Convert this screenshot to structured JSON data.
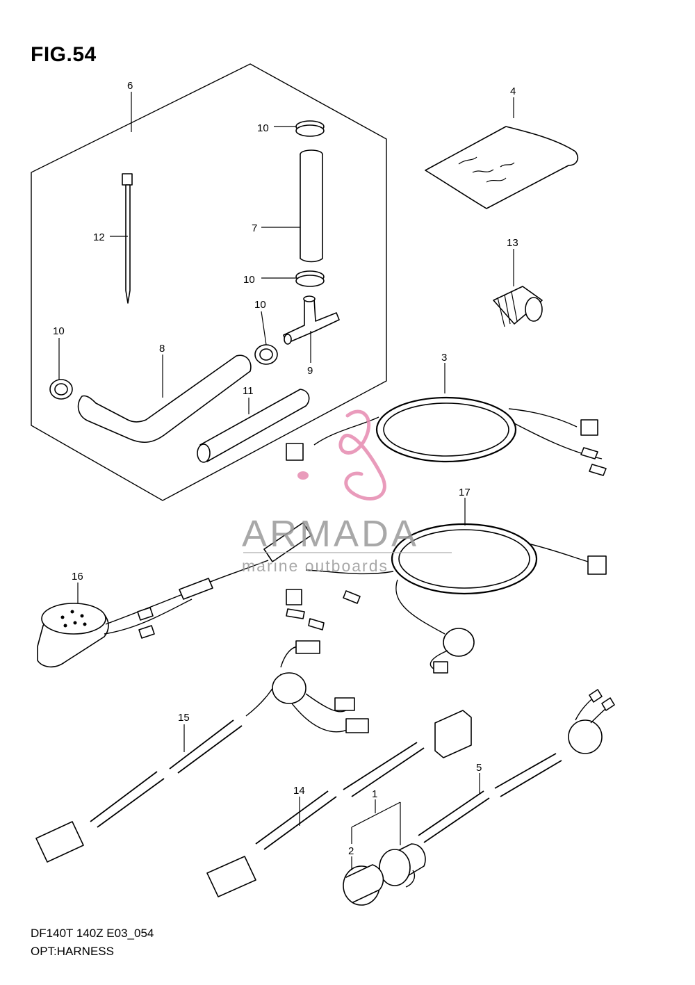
{
  "figure": {
    "title": "FIG.54",
    "model_code": "DF140T 140Z E03_054",
    "section": "OPT:HARNESS"
  },
  "callouts": [
    "6",
    "10",
    "4",
    "12",
    "7",
    "13",
    "10",
    "10",
    "10",
    "8",
    "9",
    "3",
    "11",
    "17",
    "16",
    "15",
    "5",
    "14",
    "1",
    "2"
  ],
  "watermark": {
    "brand": "ARMADA",
    "tagline": "marine outboards",
    "color": "#e68ab0"
  }
}
